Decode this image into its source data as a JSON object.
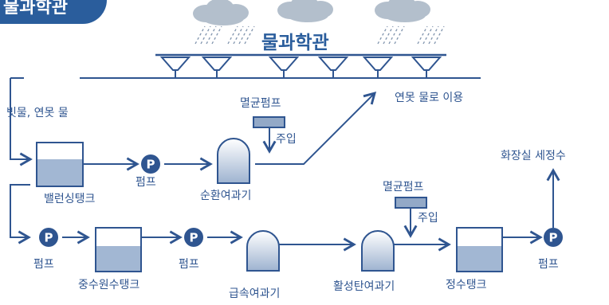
{
  "header": {
    "badge_text": "물과학관",
    "title": "물과학관"
  },
  "labels": {
    "rainwater": "빗물, 연못 물",
    "pond_reuse": "연못 물로 이용",
    "balance_tank": "밸런싱탱크",
    "pump_1": "펌프",
    "circ_filter": "순환여과기",
    "sterilizer_1": "멸균펌프",
    "inject_1": "주입",
    "pump_2": "펌프",
    "pump_3": "펌프",
    "middle_tank": "중수원수탱크",
    "rapid_filter": "급속여과기",
    "carbon_filter": "활성탄여과기",
    "sterilizer_2": "멸균펌프",
    "inject_2": "주입",
    "clean_tank": "정수탱크",
    "pump_4": "펌프",
    "toilet": "화장실 세정수"
  },
  "pump_symbol": "P",
  "colors": {
    "line": "#2f5590",
    "water": "#a2b7d3",
    "cloud": "#b3bfcc",
    "accent": "#2a5d9c"
  }
}
